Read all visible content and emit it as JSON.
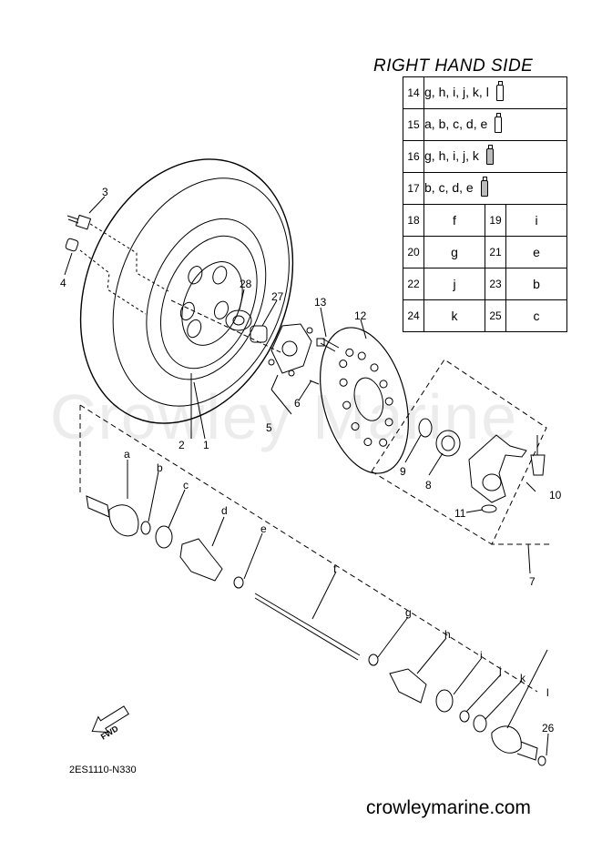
{
  "title": "RIGHT HAND SIDE",
  "legend_rows_wide": [
    {
      "num": "14",
      "parts": "g, h, i, j, k, l"
    },
    {
      "num": "15",
      "parts": "a, b, c, d, e"
    },
    {
      "num": "16",
      "parts": "g, h, i, j, k"
    },
    {
      "num": "17",
      "parts": "b, c, d, e"
    }
  ],
  "legend_rows_pairs": [
    {
      "num1": "18",
      "val1": "f",
      "num2": "19",
      "val2": "i"
    },
    {
      "num1": "20",
      "val1": "g",
      "num2": "21",
      "val2": "e"
    },
    {
      "num1": "22",
      "val1": "j",
      "num2": "23",
      "val2": "b"
    },
    {
      "num1": "24",
      "val1": "k",
      "num2": "25",
      "val2": "c"
    }
  ],
  "part_labels": [
    "1",
    "2",
    "3",
    "4",
    "5",
    "6",
    "7",
    "8",
    "9",
    "10",
    "11",
    "12",
    "13",
    "26",
    "27",
    "28",
    "a",
    "b",
    "c",
    "d",
    "e",
    "f",
    "g",
    "h",
    "i",
    "j",
    "k",
    "l"
  ],
  "fwd_label": "FWD",
  "diagram_code": "2ES1110-N330",
  "watermark": "Crowley Marine",
  "website": "crowleymarine.com"
}
